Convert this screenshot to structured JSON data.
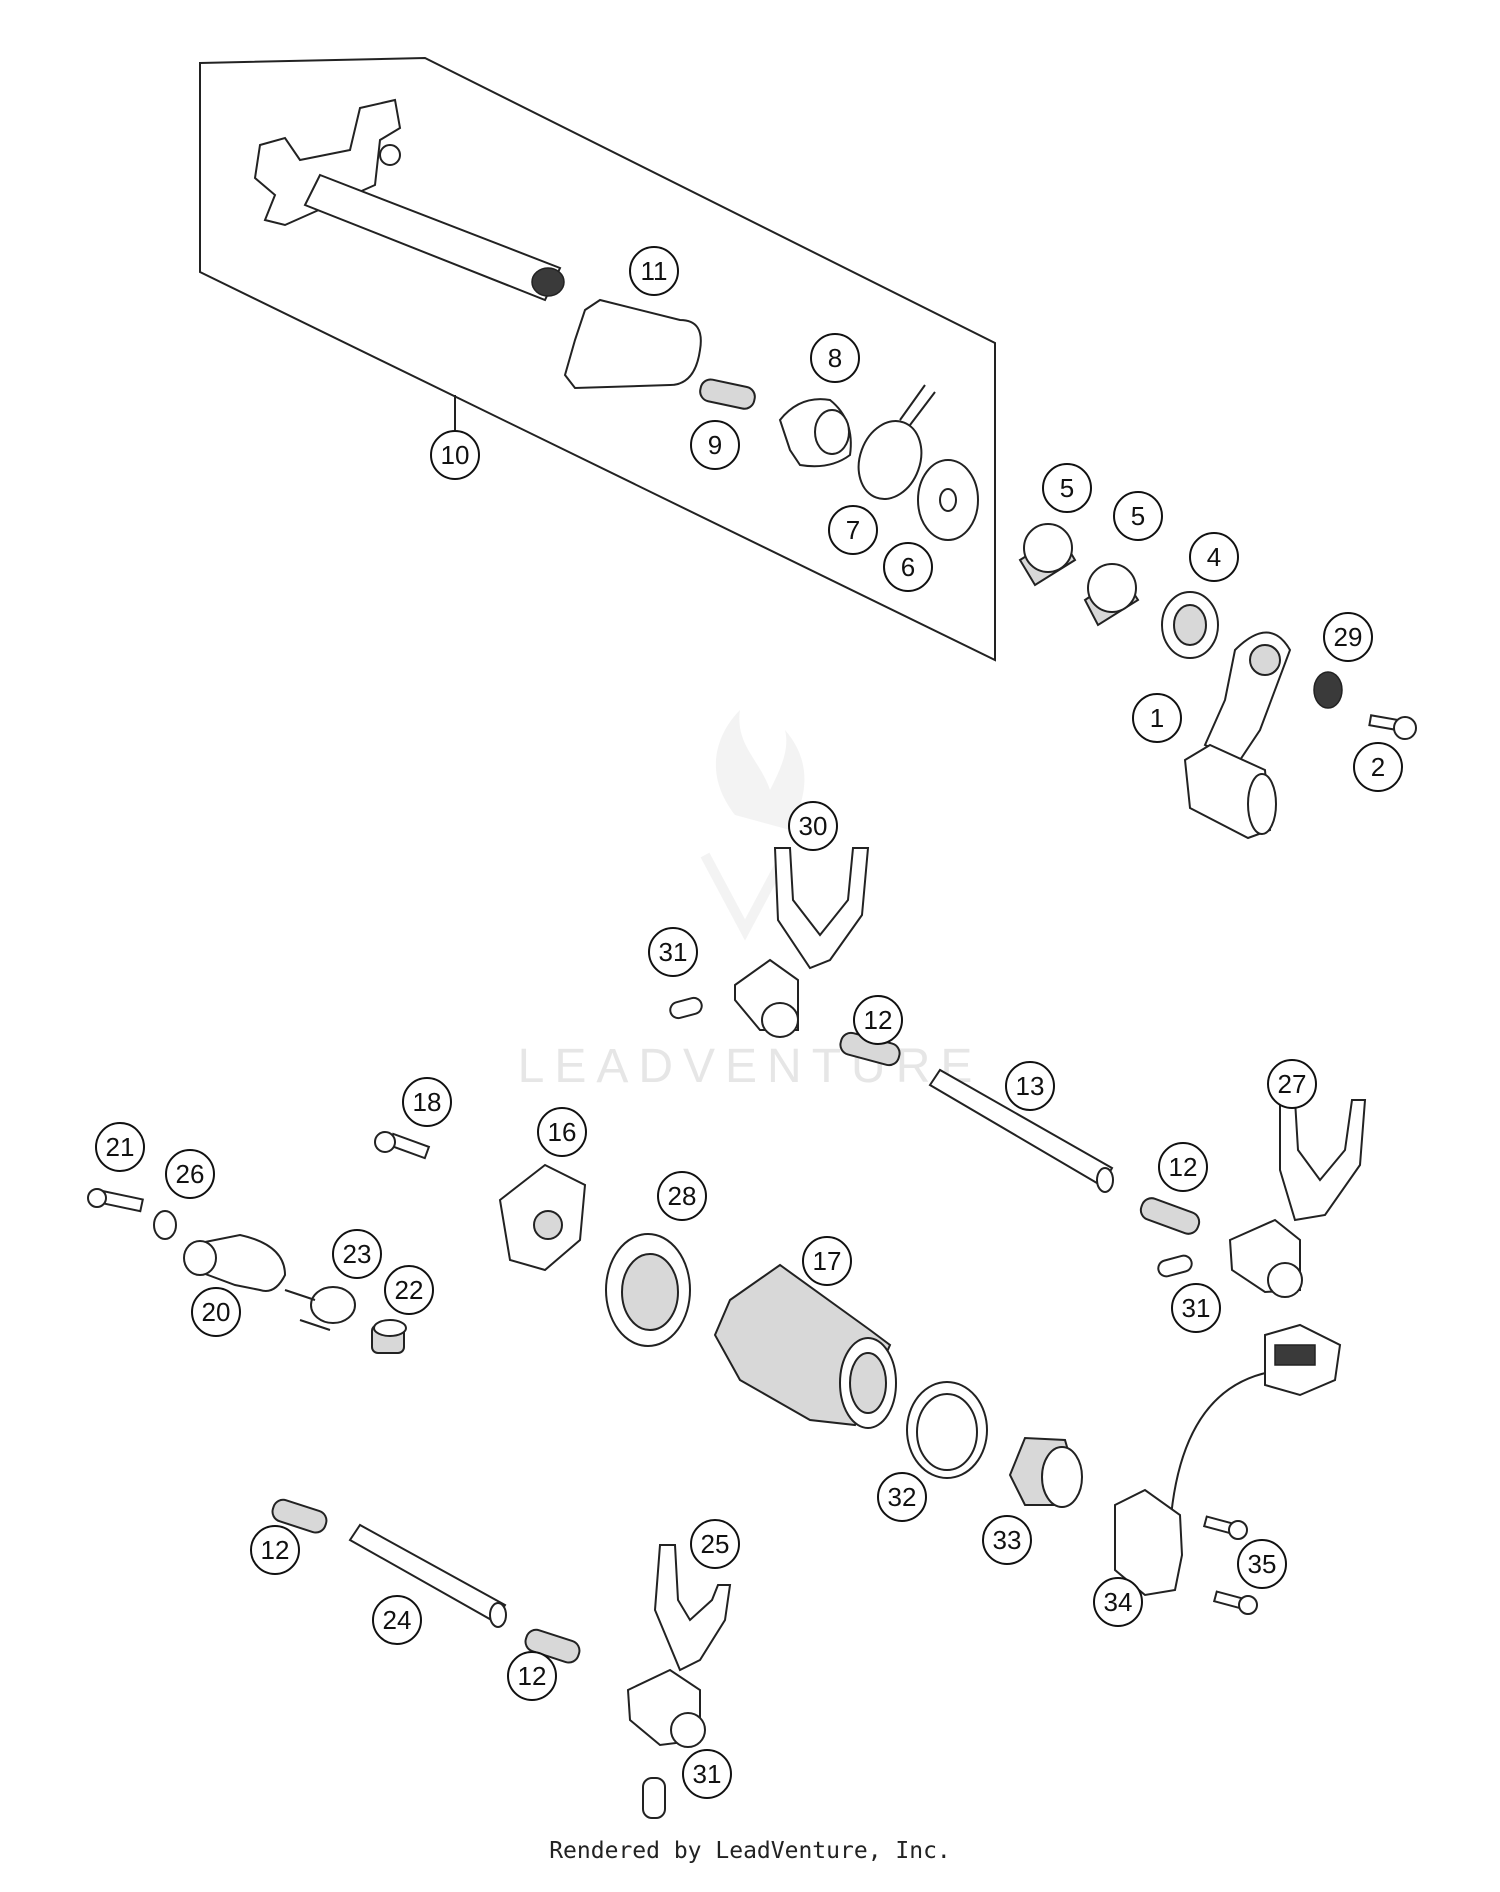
{
  "watermark": {
    "text": "LEADVENTURE"
  },
  "footer": {
    "text": "Rendered by LeadVenture, Inc."
  },
  "callouts": [
    {
      "id": "c-11",
      "label": "11"
    },
    {
      "id": "c-8",
      "label": "8"
    },
    {
      "id": "c-9",
      "label": "9"
    },
    {
      "id": "c-10",
      "label": "10"
    },
    {
      "id": "c-7",
      "label": "7"
    },
    {
      "id": "c-6",
      "label": "6"
    },
    {
      "id": "c-5a",
      "label": "5"
    },
    {
      "id": "c-5b",
      "label": "5"
    },
    {
      "id": "c-4",
      "label": "4"
    },
    {
      "id": "c-29",
      "label": "29"
    },
    {
      "id": "c-1",
      "label": "1"
    },
    {
      "id": "c-2",
      "label": "2"
    },
    {
      "id": "c-30",
      "label": "30"
    },
    {
      "id": "c-31a",
      "label": "31"
    },
    {
      "id": "c-12a",
      "label": "12"
    },
    {
      "id": "c-13",
      "label": "13"
    },
    {
      "id": "c-27",
      "label": "27"
    },
    {
      "id": "c-12b",
      "label": "12"
    },
    {
      "id": "c-31b",
      "label": "31"
    },
    {
      "id": "c-18",
      "label": "18"
    },
    {
      "id": "c-16",
      "label": "16"
    },
    {
      "id": "c-21",
      "label": "21"
    },
    {
      "id": "c-26",
      "label": "26"
    },
    {
      "id": "c-28",
      "label": "28"
    },
    {
      "id": "c-17",
      "label": "17"
    },
    {
      "id": "c-23",
      "label": "23"
    },
    {
      "id": "c-22",
      "label": "22"
    },
    {
      "id": "c-20",
      "label": "20"
    },
    {
      "id": "c-32",
      "label": "32"
    },
    {
      "id": "c-33",
      "label": "33"
    },
    {
      "id": "c-35",
      "label": "35"
    },
    {
      "id": "c-34",
      "label": "34"
    },
    {
      "id": "c-12c",
      "label": "12"
    },
    {
      "id": "c-25",
      "label": "25"
    },
    {
      "id": "c-24",
      "label": "24"
    },
    {
      "id": "c-12d",
      "label": "12"
    },
    {
      "id": "c-31c",
      "label": "31"
    }
  ]
}
